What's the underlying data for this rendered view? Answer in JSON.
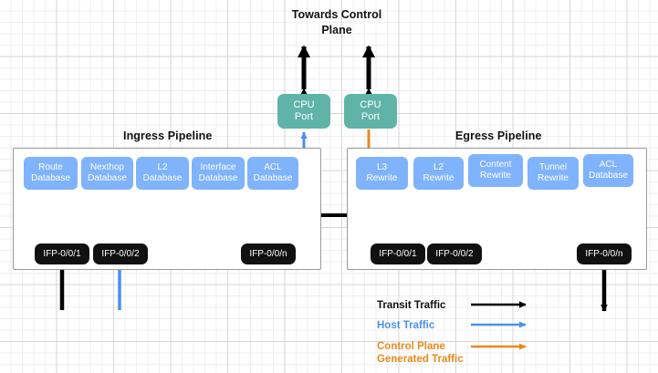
{
  "diagram": {
    "title_top": "Towards Control\nPlane",
    "colors": {
      "transit": "#000000",
      "host": "#4A90E8",
      "control_plane": "#E8891C",
      "database_box": "#7FB3FB",
      "cpu_port": "#5FB4A7",
      "port_pill": "#111111"
    }
  },
  "top": {
    "towards_control_plane": "Towards Control Plane"
  },
  "cpu_ports": [
    {
      "name": "cpu-port-ingress",
      "line1": "CPU",
      "line2": "Port"
    },
    {
      "name": "cpu-port-egress",
      "line1": "CPU",
      "line2": "Port"
    }
  ],
  "ingress": {
    "title": "Ingress Pipeline",
    "blocks": [
      {
        "line1": "Route",
        "line2": "Database"
      },
      {
        "line1": "Nexthop",
        "line2": "Database"
      },
      {
        "line1": "L2",
        "line2": "Database"
      },
      {
        "line1": "Interface",
        "line2": "Database"
      },
      {
        "line1": "ACL",
        "line2": "Database"
      }
    ],
    "ports": [
      {
        "label": "IFP-0/0/1"
      },
      {
        "label": "IFP-0/0/2"
      },
      {
        "label": "IFP-0/0/n"
      }
    ]
  },
  "egress": {
    "title": "Egress Pipeline",
    "blocks": [
      {
        "line1": "L3",
        "line2": "Rewrite"
      },
      {
        "line1": "L2",
        "line2": "Rewrite"
      },
      {
        "line1": "Content",
        "line2": "Rewrite"
      },
      {
        "line1": "Tunnel",
        "line2": "Rewrite"
      },
      {
        "line1": "ACL",
        "line2": "Database"
      }
    ],
    "ports": [
      {
        "label": "IFP-0/0/1"
      },
      {
        "label": "IFP-0/0/2"
      },
      {
        "label": "IFP-0/0/n"
      }
    ]
  },
  "legend": {
    "items": [
      {
        "label": "Transit Traffic",
        "color": "#000000"
      },
      {
        "label": "Host Traffic",
        "color": "#4A90E8"
      },
      {
        "label": "Control Plane Generated Traffic",
        "color": "#E8891C"
      }
    ]
  }
}
